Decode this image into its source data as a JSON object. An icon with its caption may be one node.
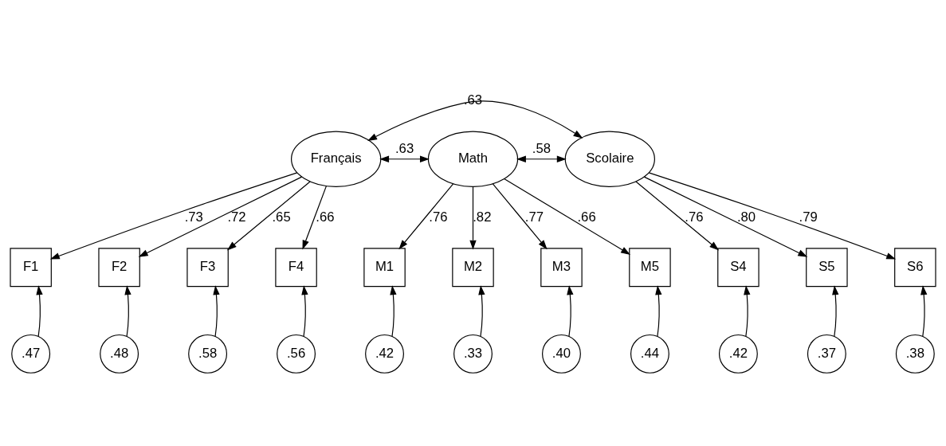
{
  "diagram": {
    "nodes": [
      {
        "text": [
          "Français"
        ]
      },
      {
        "text": [
          "Math"
        ]
      },
      {
        "text": [
          "Scolaire"
        ]
      },
      {
        "text": [
          "F1"
        ]
      },
      {
        "text": [
          "F2"
        ]
      },
      {
        "text": [
          "F3"
        ]
      },
      {
        "text": [
          "F4"
        ]
      },
      {
        "text": [
          "M1"
        ]
      },
      {
        "text": [
          "M2"
        ]
      },
      {
        "text": [
          "M3"
        ]
      },
      {
        "text": [
          "M5"
        ]
      },
      {
        "text": [
          "S4"
        ]
      },
      {
        "text": [
          "S5"
        ]
      },
      {
        "text": [
          "S6"
        ]
      },
      {
        "text": [
          ".47"
        ]
      },
      {
        "text": [
          ".48"
        ]
      },
      {
        "text": [
          ".58"
        ]
      },
      {
        "text": [
          ".56"
        ]
      },
      {
        "text": [
          ".42"
        ]
      },
      {
        "text": [
          ".33"
        ]
      },
      {
        "text": [
          ".40"
        ]
      },
      {
        "text": [
          ".44"
        ]
      },
      {
        "text": [
          ".42"
        ]
      },
      {
        "text": [
          ".37"
        ]
      },
      {
        "text": [
          ".38"
        ]
      }
    ],
    "edges": [
      {
        "from": 0,
        "to": 2,
        "arrow": "both",
        "label": ".63"
      },
      {
        "from": 0,
        "to": 1,
        "arrow": "both",
        "label": ".63"
      },
      {
        "from": 1,
        "to": 2,
        "arrow": "both",
        "label": ".58"
      },
      {
        "from": 0,
        "to": 3,
        "arrow": "to",
        "label": ".73"
      },
      {
        "from": 0,
        "to": 4,
        "arrow": "to",
        "label": ".72"
      },
      {
        "from": 0,
        "to": 5,
        "arrow": "to",
        "label": ".65"
      },
      {
        "from": 0,
        "to": 6,
        "arrow": "to",
        "label": ".66"
      },
      {
        "from": 1,
        "to": 7,
        "arrow": "to",
        "label": ".76"
      },
      {
        "from": 1,
        "to": 8,
        "arrow": "to",
        "label": ".82"
      },
      {
        "from": 1,
        "to": 9,
        "arrow": "to",
        "label": ".77"
      },
      {
        "from": 1,
        "to": 10,
        "arrow": "to",
        "label": ".66"
      },
      {
        "from": 2,
        "to": 11,
        "arrow": "to",
        "label": ".76"
      },
      {
        "from": 2,
        "to": 12,
        "arrow": "to",
        "label": ".80"
      },
      {
        "from": 2,
        "to": 13,
        "arrow": "to",
        "label": ".79"
      },
      {
        "from": 14,
        "to": 3,
        "arrow": "to"
      },
      {
        "from": 15,
        "to": 4,
        "arrow": "to"
      },
      {
        "from": 16,
        "to": 5,
        "arrow": "to"
      },
      {
        "from": 17,
        "to": 6,
        "arrow": "to"
      },
      {
        "from": 18,
        "to": 7,
        "arrow": "to"
      },
      {
        "from": 19,
        "to": 8,
        "arrow": "to"
      },
      {
        "from": 20,
        "to": 9,
        "arrow": "to"
      },
      {
        "from": 21,
        "to": 10,
        "arrow": "to"
      },
      {
        "from": 22,
        "to": 11,
        "arrow": "to"
      },
      {
        "from": 23,
        "to": 12,
        "arrow": "to"
      },
      {
        "from": 24,
        "to": 13,
        "arrow": "to"
      }
    ]
  }
}
